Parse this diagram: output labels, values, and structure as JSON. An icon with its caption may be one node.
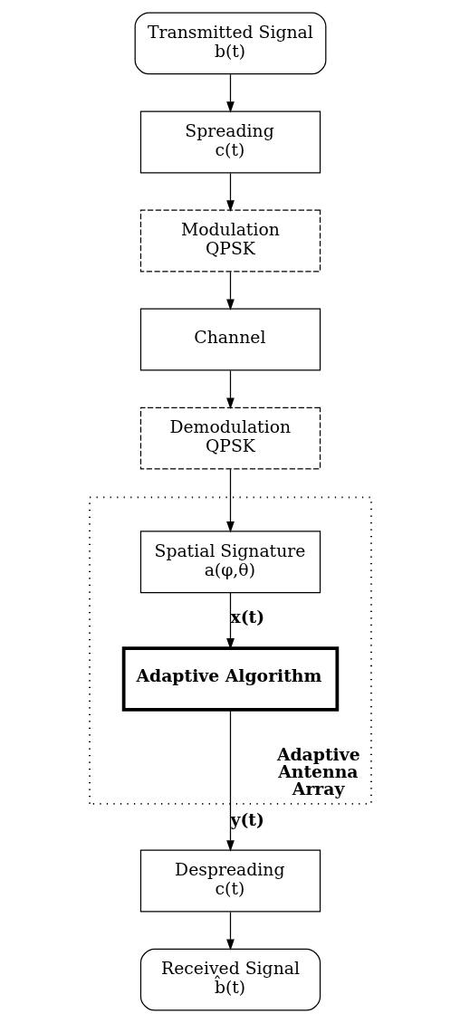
{
  "diagram": {
    "nodes": [
      {
        "text": [
          "Transmitted Signal",
          "b(t)"
        ]
      },
      {
        "text": [
          "Spreading",
          "c(t)"
        ]
      },
      {
        "text": [
          "Modulation",
          "QPSK"
        ]
      },
      {
        "text": [
          "Channel"
        ]
      },
      {
        "text": [
          "Demodulation",
          "QPSK"
        ]
      },
      {
        "text": [
          "Adaptive Antenna Array"
        ]
      },
      {
        "text": [
          "Spatial Signature",
          "a(φ,θ)"
        ],
        "in": 5
      },
      {
        "text": [
          "Adaptive Algorithm"
        ],
        "in": 5
      },
      {
        "text": [
          "Despreading",
          "c(t)"
        ]
      },
      {
        "text": [
          "Received Signal",
          "b̂(t)"
        ]
      }
    ],
    "edges": [
      {
        "from": 0,
        "to": 1,
        "arrow": "to"
      },
      {
        "from": 1,
        "to": 2,
        "arrow": "to"
      },
      {
        "from": 2,
        "to": 3,
        "arrow": "to"
      },
      {
        "from": 3,
        "to": 4,
        "arrow": "to"
      },
      {
        "from": 4,
        "to": 6,
        "arrow": "to"
      },
      {
        "from": 6,
        "to": 7,
        "arrow": "to",
        "label": "x(t)"
      },
      {
        "from": 7,
        "to": 8,
        "arrow": "to",
        "label": "y(t)"
      },
      {
        "from": 8,
        "to": 9,
        "arrow": "to"
      }
    ]
  }
}
